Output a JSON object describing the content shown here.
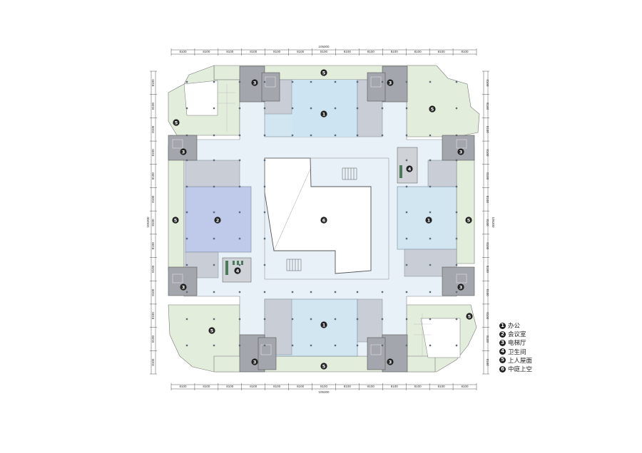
{
  "overall_dimension": "105300",
  "bay_dimension": "8100",
  "room_labels": [
    "1",
    "1",
    "1",
    "2",
    "3",
    "3",
    "3",
    "3",
    "3",
    "3",
    "3",
    "3",
    "4",
    "4",
    "5",
    "5",
    "5",
    "5",
    "5",
    "5",
    "5",
    "5",
    "6"
  ],
  "legend": [
    {
      "num": "1",
      "label": "办公"
    },
    {
      "num": "2",
      "label": "会议室"
    },
    {
      "num": "3",
      "label": "电梯厅"
    },
    {
      "num": "4",
      "label": "卫生间"
    },
    {
      "num": "5",
      "label": "上人屋面"
    },
    {
      "num": "6",
      "label": "中庭上空"
    }
  ],
  "colors": {
    "terrace": "#e3eddb",
    "office": "#d2e6f1",
    "meeting": "#bfc9ea",
    "corridor": "#e8f1f7",
    "core": "#9a9ea3",
    "service": "#c9ced6",
    "atrium": "#ffffff"
  }
}
